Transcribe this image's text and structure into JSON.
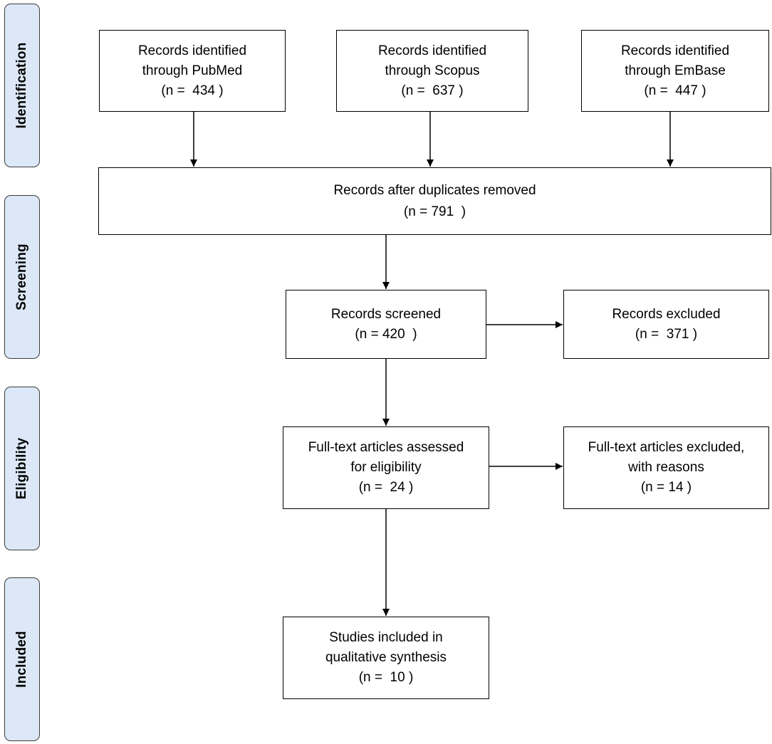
{
  "stages": [
    {
      "id": "identification",
      "label": "Identification"
    },
    {
      "id": "screening",
      "label": "Screening"
    },
    {
      "id": "eligibility",
      "label": "Eligibility"
    },
    {
      "id": "included",
      "label": "Included"
    }
  ],
  "boxes": {
    "pubmed": {
      "lines": [
        "Records identified",
        "through PubMed",
        "(n =  434 )"
      ]
    },
    "scopus": {
      "lines": [
        "Records identified",
        "through Scopus",
        "(n =  637 )"
      ]
    },
    "embase": {
      "lines": [
        "Records identified",
        "through EmBase",
        "(n =  447 )"
      ]
    },
    "duplicates_removed": {
      "lines": [
        "Records after duplicates removed",
        "(n = 791  )"
      ]
    },
    "screened": {
      "lines": [
        "Records screened",
        "(n = 420  )"
      ]
    },
    "excluded": {
      "lines": [
        "Records excluded",
        "(n =  371 )"
      ]
    },
    "fulltext_assessed": {
      "lines": [
        "Full-text articles assessed",
        "for eligibility",
        "(n =  24 )"
      ]
    },
    "fulltext_excluded": {
      "lines": [
        "Full-text articles excluded,",
        "with reasons",
        "(n = 14 )"
      ]
    },
    "included_studies": {
      "lines": [
        "Studies included in",
        "qualitative synthesis",
        "(n =  10 )"
      ]
    }
  }
}
